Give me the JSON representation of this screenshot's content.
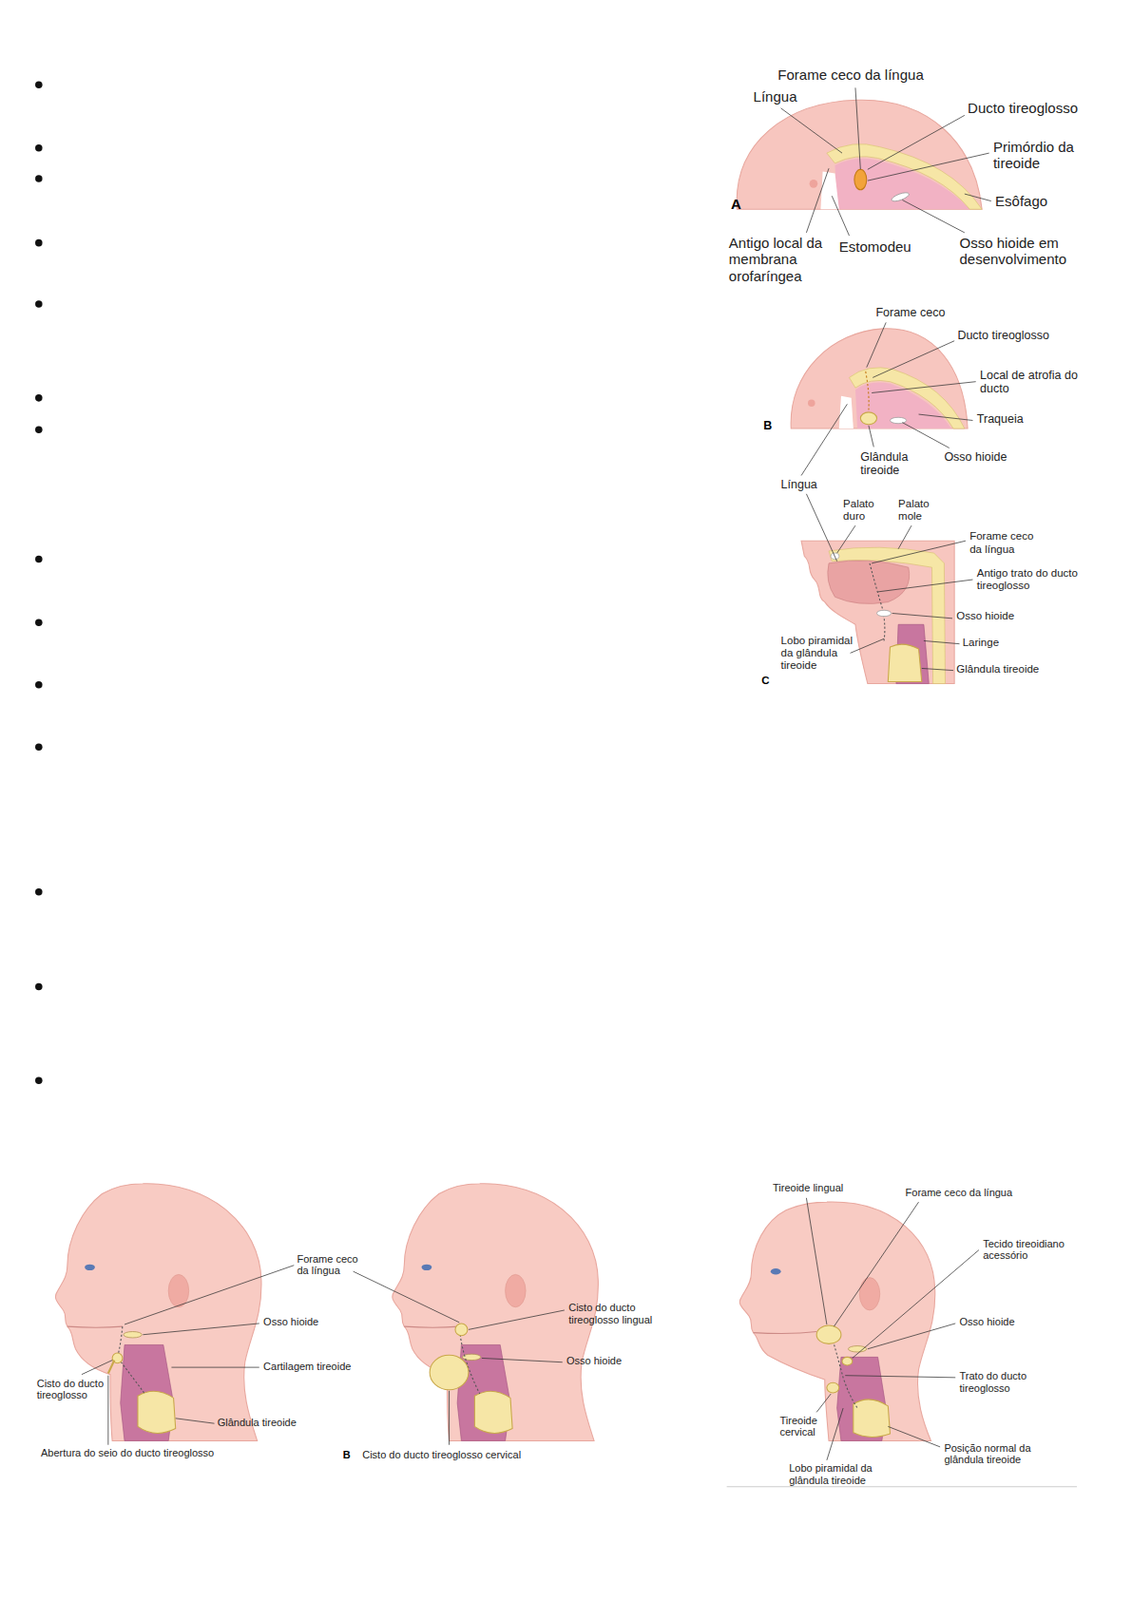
{
  "diagram": {
    "labels": [
      "Forame ceco da língua",
      "Língua",
      "Ducto tireoglosso",
      "Primórdio da tireoide",
      "A",
      "Esôfago",
      "Antigo local da membrana orofaríngea",
      "Estomodeu",
      "Osso hioide em desenvolvimento",
      "Forame ceco",
      "Ducto tireoglosso",
      "Local de atrofia do ducto",
      "Traqueia",
      "B",
      "Glândula tireoide",
      "Osso hioide",
      "Língua",
      "Palato duro",
      "Palato mole",
      "Forame ceco da língua",
      "Antigo trato do ducto tireoglosso",
      "Osso hioide",
      "Lobo piramidal da glândula tireoide",
      "Laringe",
      "Glândula tireoide",
      "C",
      "Forame ceco da língua",
      "Osso hioide",
      "Cisto do ducto tireoglosso",
      "Cartilagem tireoide",
      "Glândula tireoide",
      "Abertura do seio do ducto tireoglosso",
      "Cisto do ducto tireoglosso lingual",
      "Osso hioide",
      "B",
      "Cisto do ducto tireoglosso cervical",
      "Tireoide lingual",
      "Forame ceco da língua",
      "Tecido tireoidiano acessório",
      "Osso hioide",
      "Trato do ducto tireoglosso",
      "Tireoide cervical",
      "Posição normal da glândula tireoide",
      "Lobo piramidal da glândula tireoide"
    ]
  }
}
